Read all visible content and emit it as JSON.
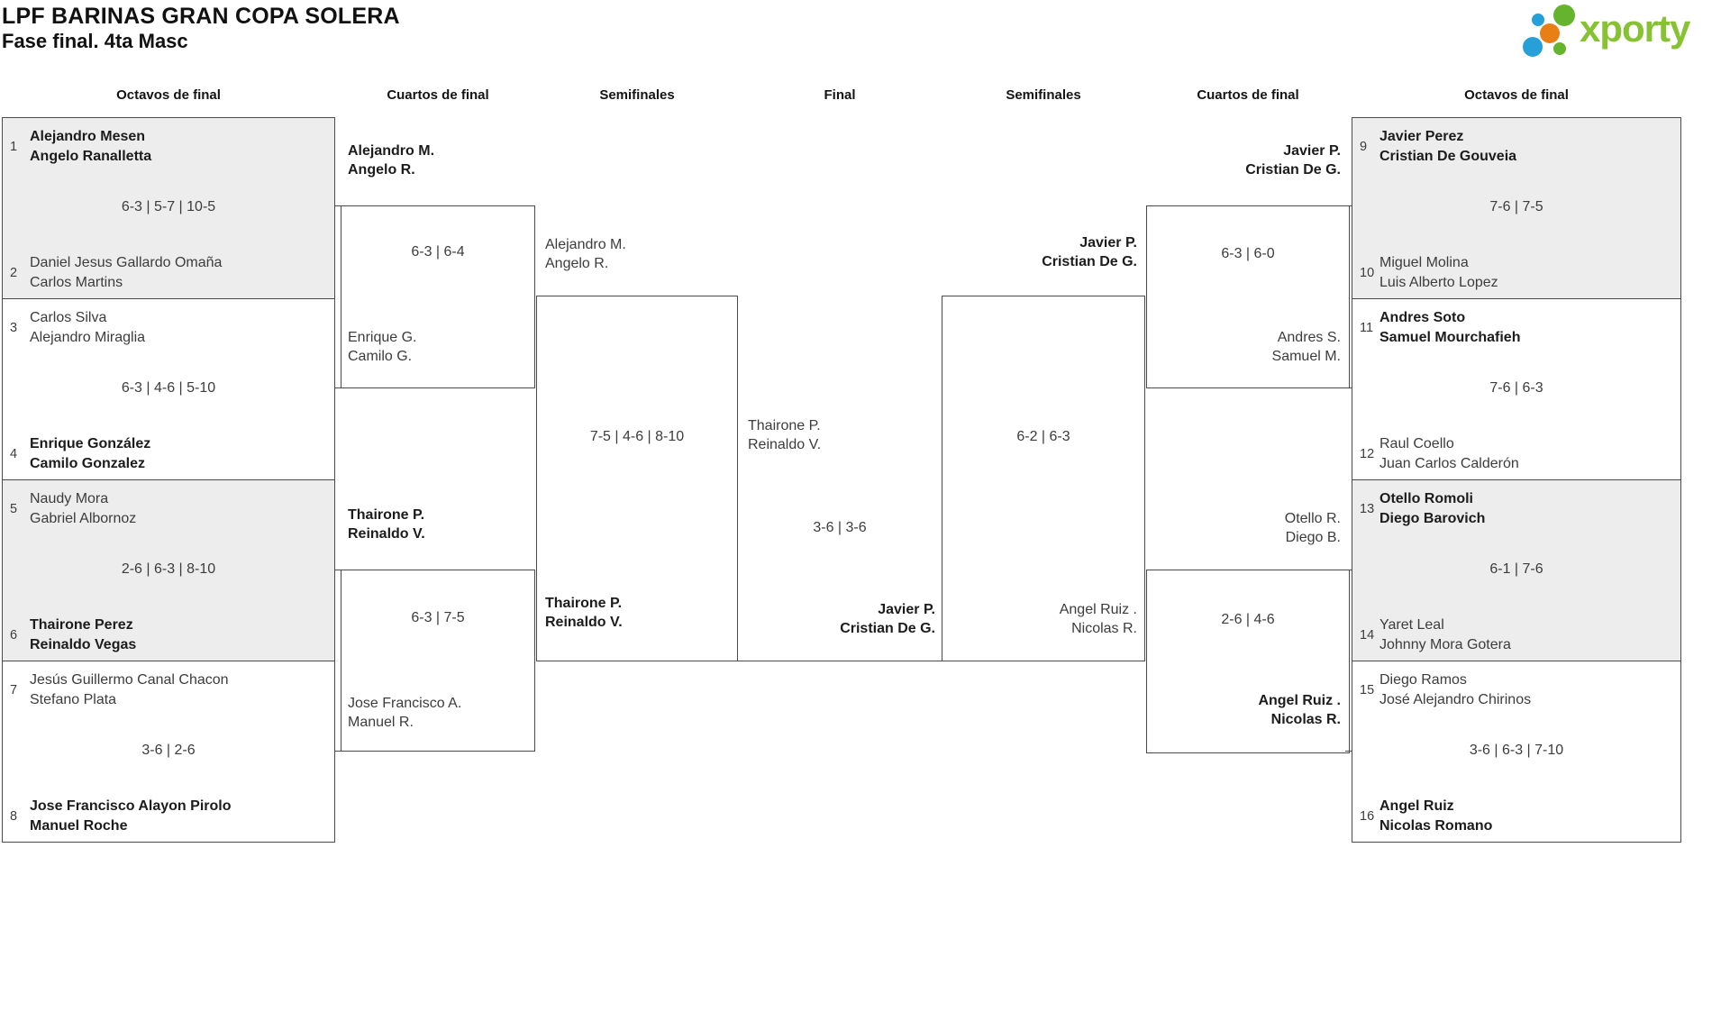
{
  "page": {
    "title": "LPF BARINAS GRAN COPA SOLERA",
    "subtitle": "Fase final. 4ta Masc"
  },
  "logo": {
    "brand": "xporty"
  },
  "colors": {
    "logo_green": "#86c232",
    "logo_blue": "#279fd9",
    "logo_orange": "#e87f16",
    "shaded_box": "#ededed",
    "box_border": "#4a4a4a"
  },
  "round_headers": {
    "left_r16": "Octavos de final",
    "left_qf": "Cuartos de final",
    "left_sf": "Semifinales",
    "final": "Final",
    "right_sf": "Semifinales",
    "right_qf": "Cuartos de final",
    "right_r16": "Octavos de final"
  },
  "r16_left": [
    {
      "seed_a": "1",
      "a1": "Alejandro Mesen",
      "a2": "Angelo Ranalletta",
      "score": "6-3 | 5-7 | 10-5",
      "seed_b": "2",
      "b1": "Daniel Jesus Gallardo Omaña",
      "b2": "Carlos Martins"
    },
    {
      "seed_a": "3",
      "a1": "Carlos Silva",
      "a2": "Alejandro Miraglia",
      "score": "6-3 | 4-6 | 5-10",
      "seed_b": "4",
      "b1": "Enrique González",
      "b2": "Camilo Gonzalez"
    },
    {
      "seed_a": "5",
      "a1": "Naudy Mora",
      "a2": "Gabriel Albornoz",
      "score": "2-6 | 6-3 | 8-10",
      "seed_b": "6",
      "b1": "Thairone Perez",
      "b2": "Reinaldo Vegas"
    },
    {
      "seed_a": "7",
      "a1": "Jesús Guillermo Canal Chacon",
      "a2": "Stefano Plata",
      "score": "3-6 | 2-6",
      "seed_b": "8",
      "b1": "Jose Francisco Alayon Pirolo",
      "b2": "Manuel Roche"
    }
  ],
  "r16_right": [
    {
      "seed_a": "9",
      "a1": "Javier Perez",
      "a2": "Cristian De Gouveia",
      "score": "7-6 | 7-5",
      "seed_b": "10",
      "b1": "Miguel Molina",
      "b2": "Luis Alberto Lopez"
    },
    {
      "seed_a": "11",
      "a1": "Andres Soto",
      "a2": "Samuel Mourchafieh",
      "score": "7-6 | 6-3",
      "seed_b": "12",
      "b1": "Raul Coello",
      "b2": "Juan Carlos Calderón"
    },
    {
      "seed_a": "13",
      "a1": "Otello Romoli",
      "a2": "Diego Barovich",
      "score": "6-1 | 7-6",
      "seed_b": "14",
      "b1": "Yaret Leal",
      "b2": "Johnny Mora Gotera"
    },
    {
      "seed_a": "15",
      "a1": "Diego Ramos",
      "a2": "José Alejandro Chirinos",
      "score": "3-6 | 6-3 | 7-10",
      "seed_b": "16",
      "b1": "Angel Ruiz",
      "b2": "Nicolas Romano"
    }
  ],
  "qf_left": [
    {
      "a1": "Alejandro M.",
      "a2": "Angelo R.",
      "score": "6-3 | 6-4",
      "b1": "Enrique G.",
      "b2": "Camilo G."
    },
    {
      "a1": "Thairone P.",
      "a2": "Reinaldo V.",
      "score": "6-3 | 7-5",
      "b1": "Jose Francisco A.",
      "b2": "Manuel R."
    }
  ],
  "qf_right": [
    {
      "a1": "Javier P.",
      "a2": "Cristian De G.",
      "score": "6-3 | 6-0",
      "b1": "Andres S.",
      "b2": "Samuel M."
    },
    {
      "a1": "Otello R.",
      "a2": "Diego B.",
      "score": "2-6 | 4-6",
      "b1": "Angel Ruiz .",
      "b2": "Nicolas R."
    }
  ],
  "sf_left": {
    "a1": "Alejandro M.",
    "a2": "Angelo R.",
    "score": "7-5 | 4-6 | 8-10",
    "b1": "Thairone P.",
    "b2": "Reinaldo V."
  },
  "sf_right": {
    "a1": "Javier P.",
    "a2": "Cristian De G.",
    "score": "6-2 | 6-3",
    "b1": "Angel Ruiz .",
    "b2": "Nicolas R."
  },
  "final": {
    "a1": "Thairone P.",
    "a2": "Reinaldo V.",
    "score": "3-6 | 3-6",
    "b1": "Javier P.",
    "b2": "Cristian De G."
  }
}
